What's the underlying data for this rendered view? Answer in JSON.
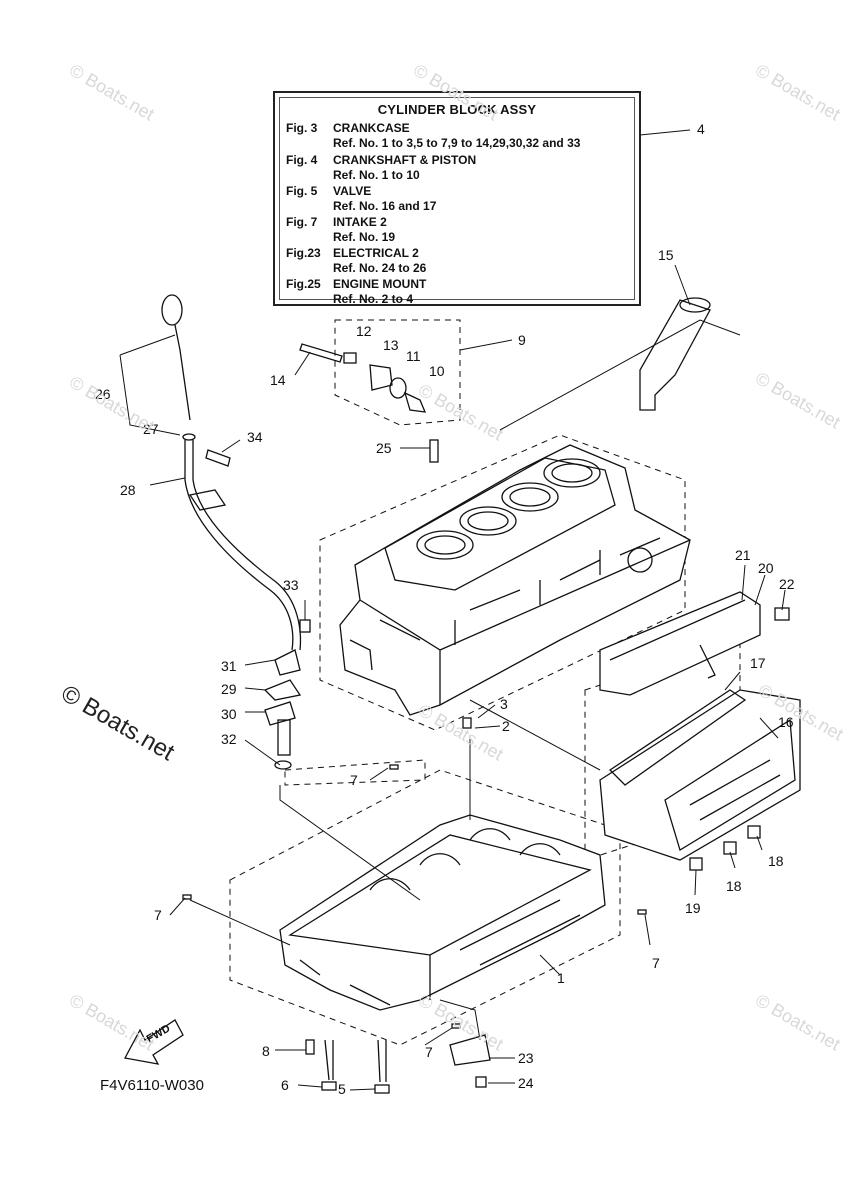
{
  "legend": {
    "title": "CYLINDER BLOCK ASSY",
    "entries": [
      {
        "fig": "Fig. 3",
        "name": "CRANKCASE",
        "ref": "Ref. No. 1 to 3,5 to 7,9 to 14,29,30,32 and 33"
      },
      {
        "fig": "Fig. 4",
        "name": "CRANKSHAFT & PISTON",
        "ref": "Ref. No. 1 to 10"
      },
      {
        "fig": "Fig. 5",
        "name": "VALVE",
        "ref": "Ref. No. 16 and 17"
      },
      {
        "fig": "Fig. 7",
        "name": "INTAKE 2",
        "ref": "Ref. No. 19"
      },
      {
        "fig": "Fig.23",
        "name": "ELECTRICAL 2",
        "ref": "Ref. No. 24 to 26"
      },
      {
        "fig": "Fig.25",
        "name": "ENGINE MOUNT",
        "ref": "Ref. No. 2 to 4"
      }
    ]
  },
  "callouts": [
    "1",
    "2",
    "3",
    "4",
    "5",
    "6",
    "7",
    "7",
    "7",
    "7",
    "8",
    "9",
    "10",
    "11",
    "12",
    "13",
    "14",
    "15",
    "16",
    "17",
    "18",
    "18",
    "19",
    "20",
    "21",
    "22",
    "23",
    "24",
    "25",
    "26",
    "27",
    "28",
    "29",
    "30",
    "31",
    "32",
    "33",
    "34"
  ],
  "diagram_code": "F4V6110-W030",
  "fwd_label": "FWD",
  "watermark": "© Boats.net",
  "colors": {
    "line": "#111111",
    "watermark": "#d8d8d8"
  }
}
